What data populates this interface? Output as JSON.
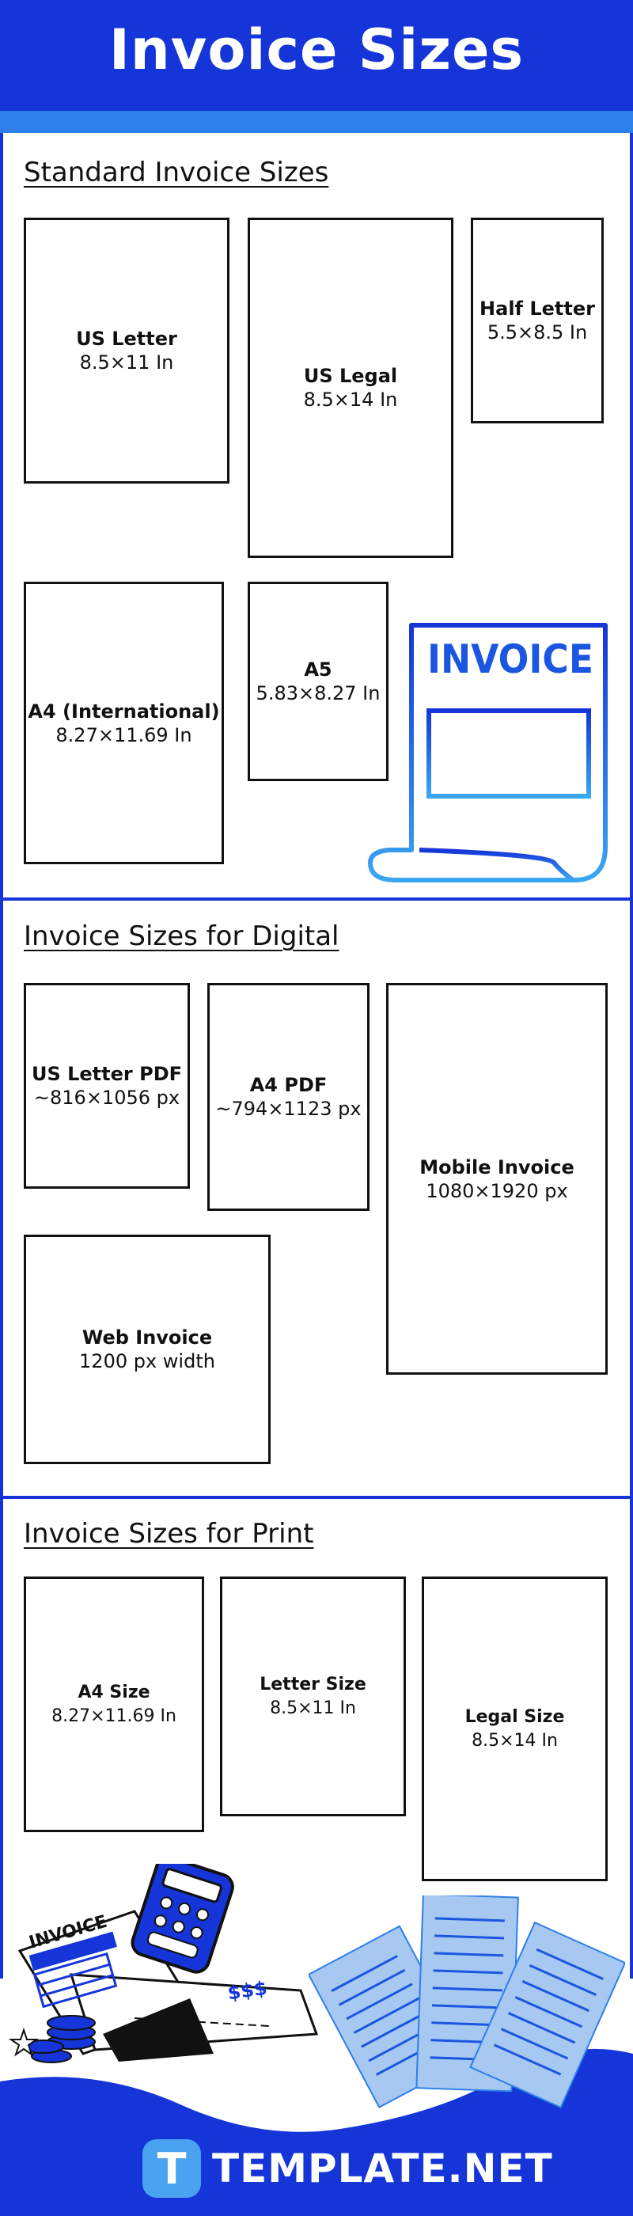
{
  "title": "Invoice Sizes",
  "colors": {
    "brand_blue": "#1535d8",
    "light_blue": "#2d7fea",
    "receipt_blue": "#a7c8f0"
  },
  "sections": {
    "standard": {
      "title": "Standard Invoice Sizes",
      "items": [
        {
          "name": "US Letter",
          "size": "8.5×11 In"
        },
        {
          "name": "US Legal",
          "size": "8.5×14 In"
        },
        {
          "name": "Half Letter",
          "size": "5.5×8.5 In"
        },
        {
          "name": "A4 (International)",
          "size": "8.27×11.69 In"
        },
        {
          "name": "A5",
          "size": "5.83×8.27 In"
        }
      ],
      "illustration_label": "INVOICE"
    },
    "digital": {
      "title": "Invoice Sizes for Digital",
      "items": [
        {
          "name": "US Letter PDF",
          "size": "~816×1056 px"
        },
        {
          "name": "A4 PDF",
          "size": "~794×1123 px"
        },
        {
          "name": "Mobile Invoice",
          "size": "1080×1920 px"
        },
        {
          "name": "Web Invoice",
          "size": "1200 px width"
        }
      ]
    },
    "print": {
      "title": "Invoice Sizes for Print",
      "items": [
        {
          "name": "A4 Size",
          "size": "8.27×11.69 In"
        },
        {
          "name": "Letter Size",
          "size": "8.5×11 In"
        },
        {
          "name": "Legal Size",
          "size": "8.5×14 In"
        }
      ]
    }
  },
  "footer": {
    "invoice_label": "INVOICE",
    "currency_label": "$$$",
    "logo_mark": "T",
    "logo_text": "TEMPLATE.NET"
  }
}
